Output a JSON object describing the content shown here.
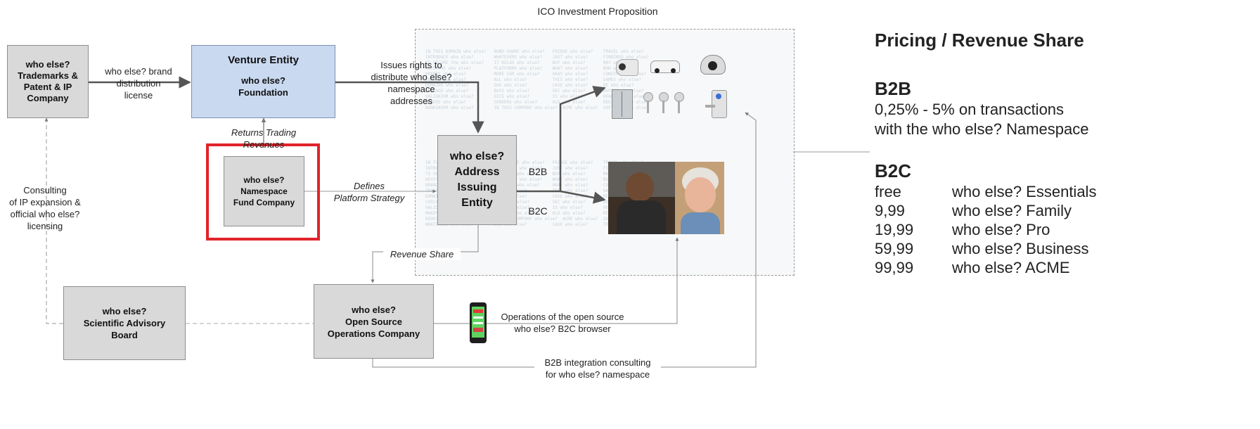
{
  "ico_title": "ICO Investment Proposition",
  "boxes": {
    "trademarks": [
      "who else?",
      "Trademarks &",
      "Patent & IP",
      "Company"
    ],
    "venture": {
      "title": "Venture Entity",
      "lines": [
        "who else?",
        "Foundation"
      ]
    },
    "namespace_fund": [
      "who else?",
      "Namespace",
      "Fund Company"
    ],
    "address_issuing": [
      "who else?",
      "Address",
      "Issuing",
      "Entity"
    ],
    "advisory": [
      "who else?",
      "Scientific Advisory",
      "Board"
    ],
    "opensource": [
      "who else?",
      "Open Source",
      "Operations Company"
    ]
  },
  "labels": {
    "brand_license": [
      "who else? brand",
      "distribution",
      "license"
    ],
    "issues_rights": [
      "Issues rights to",
      "distribute who else?",
      "namespace",
      "addresses"
    ],
    "returns_trading": [
      "Returns Trading",
      "Revenues"
    ],
    "defines_strategy": [
      "Defines",
      "Platform Strategy"
    ],
    "consulting": [
      "Consulting",
      "of IP expansion &",
      "official who else?",
      "licensing"
    ],
    "revenue_share": "Revenue Share",
    "b2b": "B2B",
    "b2c": "B2C",
    "operations": [
      "Operations of the open source",
      "who else? B2C browser"
    ],
    "b2b_integration": [
      "B2B integration consulting",
      "for who else? namespace"
    ]
  },
  "pricing": {
    "title": "Pricing / Revenue Share",
    "b2b_heading": "B2B",
    "b2b_text": [
      "0,25% - 5% on transactions",
      "with the who else? Namespace"
    ],
    "b2c_heading": "B2C",
    "tiers": [
      {
        "price": "free",
        "name": "who else? Essentials"
      },
      {
        "price": "9,99",
        "name": "who else? Family"
      },
      {
        "price": "19,99",
        "name": "who else? Pro"
      },
      {
        "price": "59,99",
        "name": "who else? Business"
      },
      {
        "price": "99,99",
        "name": "who else? ACME"
      }
    ]
  },
  "colors": {
    "box_gray": "#d9d9d9",
    "venture_blue": "#c9d9f0",
    "highlight_red": "#e0242b",
    "arrow": "#555555"
  },
  "icons": [
    "camera-icon",
    "car-icon",
    "dome-camera-icon",
    "fridge-icon",
    "key-icon",
    "smart-lock-icon",
    "smartphone-icon",
    "child-photo",
    "elderly-woman-photo"
  ]
}
